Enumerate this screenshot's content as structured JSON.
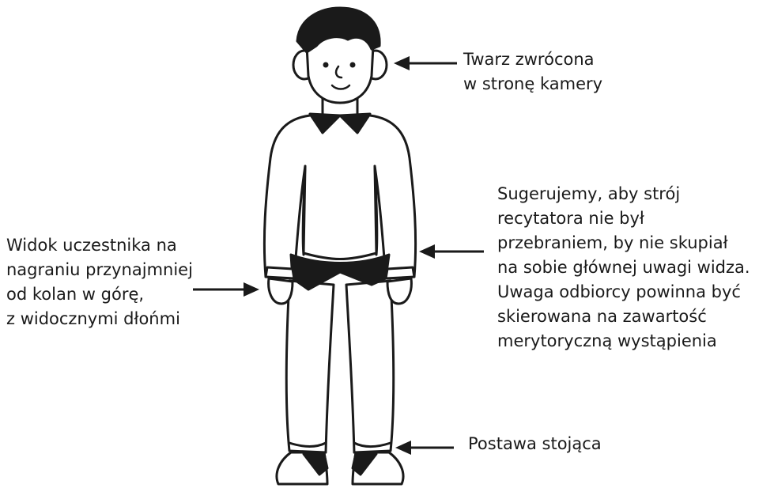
{
  "annotations": {
    "face": [
      "Twarz zwrócona",
      "w stronę kamery"
    ],
    "outfit": [
      "Sugerujemy, aby strój",
      "recytatora nie był",
      "przebraniem, by nie skupiał",
      "na sobie głównej uwagi widza.",
      "Uwaga odbiorcy powinna być",
      "skierowana na zawartość",
      "merytoryczną wystąpienia"
    ],
    "view": [
      "Widok uczestnika na",
      "nagraniu przynajmniej",
      "od kolan w górę,",
      "z widocznymi dłońmi"
    ],
    "posture": [
      "Postawa stojąca"
    ]
  },
  "colors": {
    "ink": "#1a1a1a",
    "paper": "#ffffff"
  }
}
